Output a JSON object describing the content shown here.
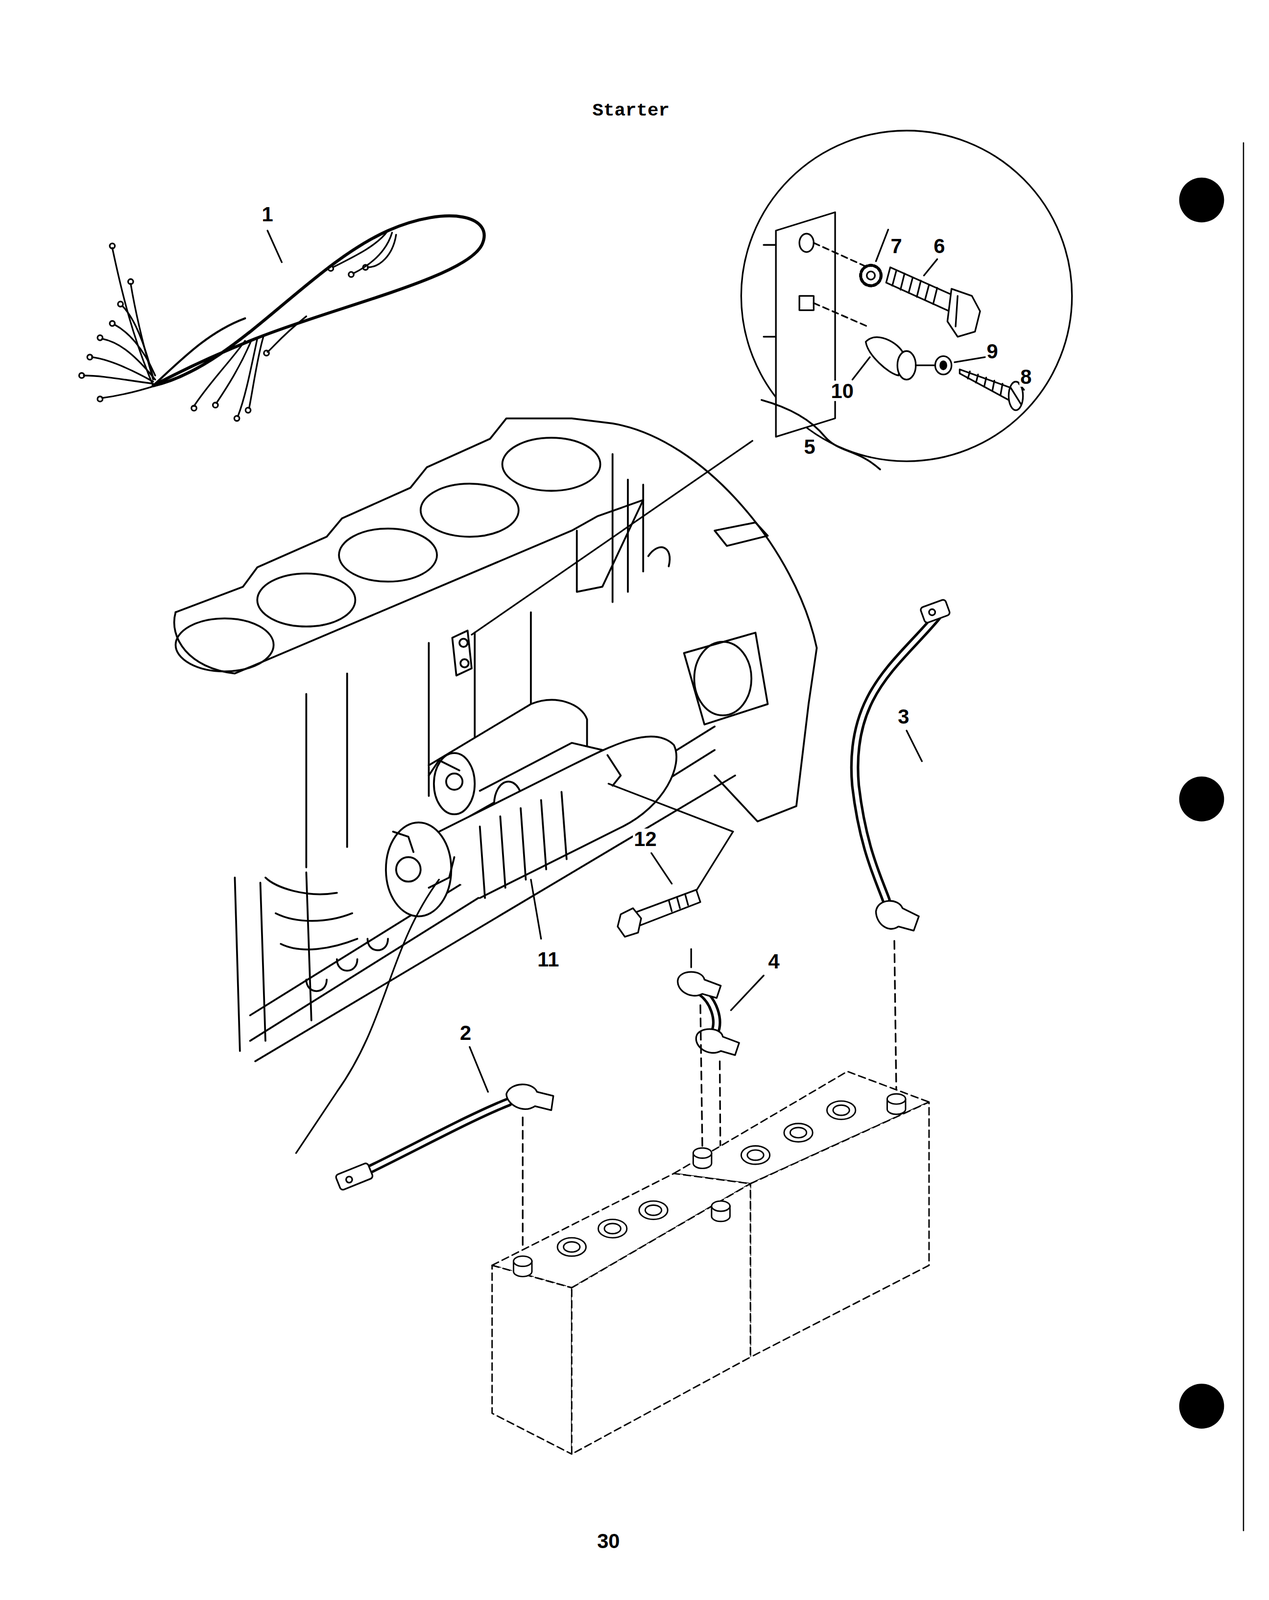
{
  "diagram": {
    "title": "Starter",
    "labels": [
      "1",
      "7",
      "6",
      "9",
      "8",
      "10",
      "5",
      "3",
      "12",
      "11",
      "4",
      "2",
      "30"
    ]
  }
}
